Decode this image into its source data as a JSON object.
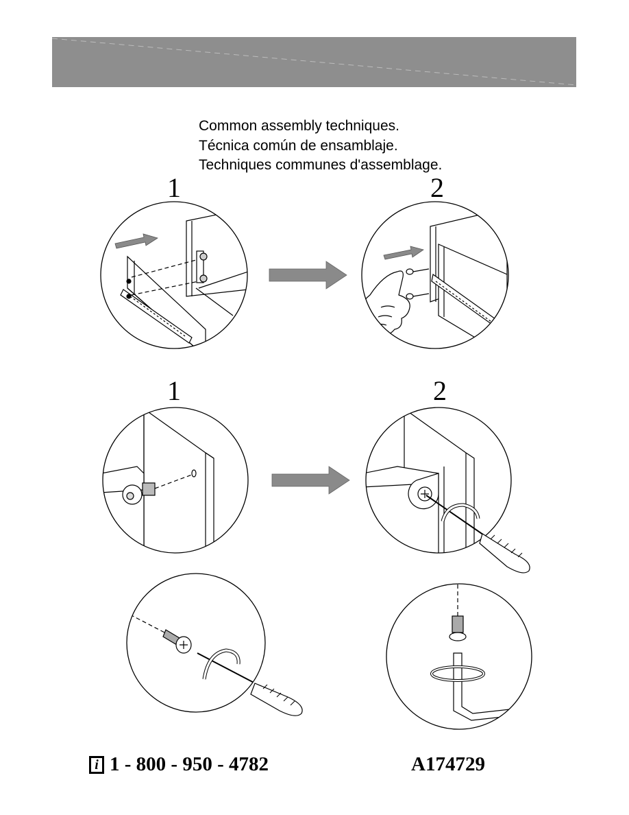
{
  "heading": {
    "line_en": "Common assembly techniques.",
    "line_es": "Técnica común de ensamblaje.",
    "line_fr": "Techniques communes d'assemblage."
  },
  "steps": {
    "top_left": "1",
    "top_right": "2",
    "mid_left": "1",
    "mid_right": "2"
  },
  "footer": {
    "info_icon_glyph": "i",
    "phone": "1  -  800 - 950 - 4782",
    "model_code": "A174729"
  },
  "colors": {
    "header_band": "#8e8e8e",
    "arrow_fill": "#8a8a8a"
  },
  "icons": [
    "info-icon",
    "drawer-slide-illustration",
    "thumb-press-illustration",
    "cam-lock-illustration",
    "screwdriver-illustration",
    "hex-key-illustration",
    "direction-arrow-icon"
  ]
}
